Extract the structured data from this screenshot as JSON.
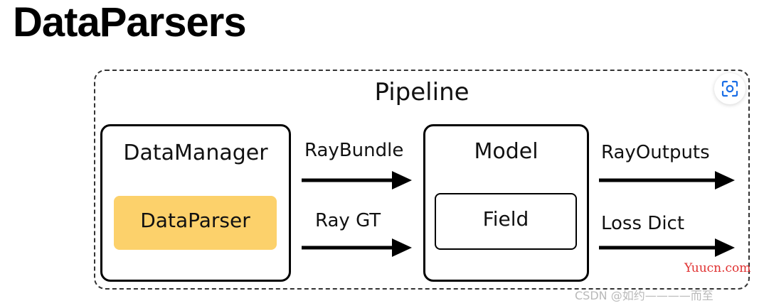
{
  "title": "DataParsers",
  "pipeline": {
    "label": "Pipeline"
  },
  "data_manager": {
    "label": "DataManager",
    "parser_label": "DataParser"
  },
  "model": {
    "label": "Model",
    "field_label": "Field"
  },
  "edges": {
    "ray_bundle": "RayBundle",
    "ray_gt": "Ray GT",
    "ray_outputs": "RayOutputs",
    "loss_dict": "Loss Dict"
  },
  "colors": {
    "data_parser_fill": "#fcd16b",
    "watermark_site": "#e03030",
    "scan_icon": "#1a6ee6"
  },
  "overlay": {
    "scan_icon": "scan-icon"
  },
  "watermarks": {
    "site": "Yuucn.com",
    "csdn": "CSDN @如约————而至"
  }
}
